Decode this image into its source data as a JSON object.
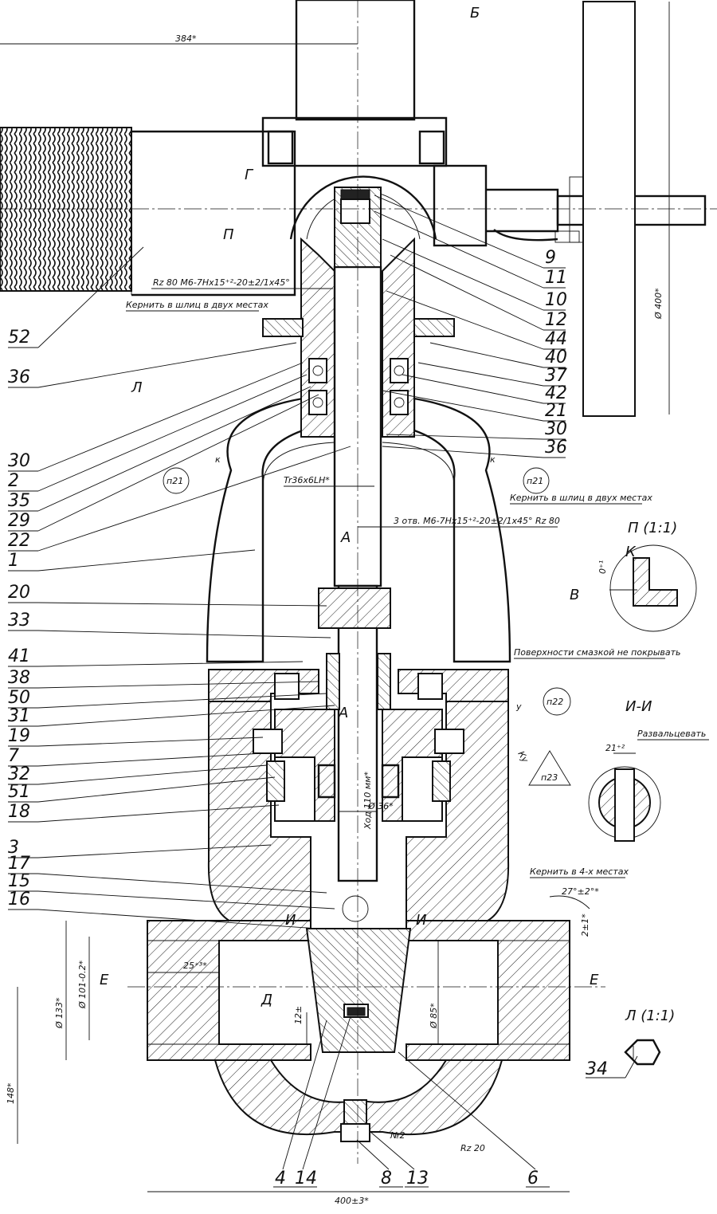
{
  "view_labels": {
    "b": "Б",
    "p_detail": "П (1:1)",
    "i_section": "И-И",
    "l_detail": "Л (1:1)",
    "g": "Г",
    "p": "П",
    "l": "Л",
    "a1": "А",
    "a2": "А",
    "i1": "И",
    "i2": "И",
    "e1": "Е",
    "e2": "Е",
    "d": "Д",
    "v": "В",
    "k_detail": "К",
    "k1": "к",
    "k2": "к",
    "u": "у",
    "ku": "Ку"
  },
  "callouts_left": [
    "52",
    "36",
    "30",
    "2",
    "35",
    "29",
    "22",
    "1",
    "20",
    "33",
    "41",
    "38",
    "50",
    "31",
    "19",
    "7",
    "32",
    "51",
    "18",
    "3",
    "17",
    "15",
    "16"
  ],
  "callouts_right": [
    "9",
    "11",
    "10",
    "12",
    "44",
    "40",
    "37",
    "42",
    "21",
    "30",
    "36"
  ],
  "callouts_bottom": [
    "4",
    "14",
    "8",
    "13",
    "6"
  ],
  "callout_34": "34",
  "circles": {
    "n21_left": "п21",
    "n21_right": "п21",
    "n22": "п22",
    "n23": "п23"
  },
  "notes": {
    "thread_top": "Rz 80 M6-7Hx15⁺²-20±2/1x45°",
    "kernit_top": "Кернить в шлиц в двух местах",
    "kernit_mid": "Кернить в шлиц в двух местах",
    "thread_mid": "3 отв. M6-7Hx15⁺²-20±2/1x45° Rz 80",
    "tr_thread": "Tr36x6LH*",
    "lubricate": "Поверхности смазкой не покрывать",
    "razvaltsevat": "Развальцевать",
    "kernit_4": "Кернить в 4-х местах",
    "hod": "Ход 110 мм*",
    "weld_note": "№2",
    "weld_rz": "Rz 20"
  },
  "dimensions": {
    "d384": "384*",
    "d400_wheel": "Ø 400*",
    "d36": "Ø 36*",
    "d101": "Ø 101-0.2*",
    "d133": "Ø 133*",
    "d85": "Ø 85*",
    "d25": "25⁺³*",
    "d12": "12±",
    "d148": "148*",
    "d400_len": "400±3*",
    "ang27": "27°±2°*",
    "d2": "2±1*",
    "d21": "21⁺²",
    "d01": "0⁺¹"
  }
}
